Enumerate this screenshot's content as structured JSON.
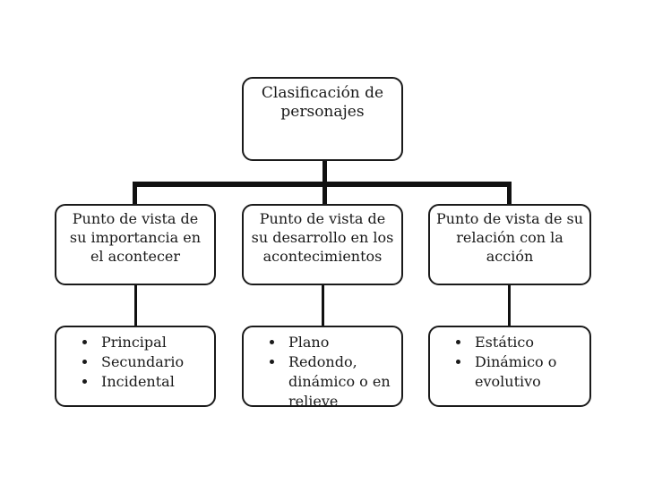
{
  "root": {
    "label": "Clasificación de personajes"
  },
  "categories": [
    {
      "label": "Punto de vista de su importancia en el acontecer",
      "items": [
        "Principal",
        "Secundario",
        "Incidental"
      ]
    },
    {
      "label": "Punto de vista de su desarrollo en los acontecimientos",
      "items": [
        "Plano",
        "Redondo, dinámico o en relieve"
      ]
    },
    {
      "label": "Punto de vista de su relación con la acción",
      "items": [
        "Estático",
        "Dinámico o evolutivo"
      ]
    }
  ]
}
